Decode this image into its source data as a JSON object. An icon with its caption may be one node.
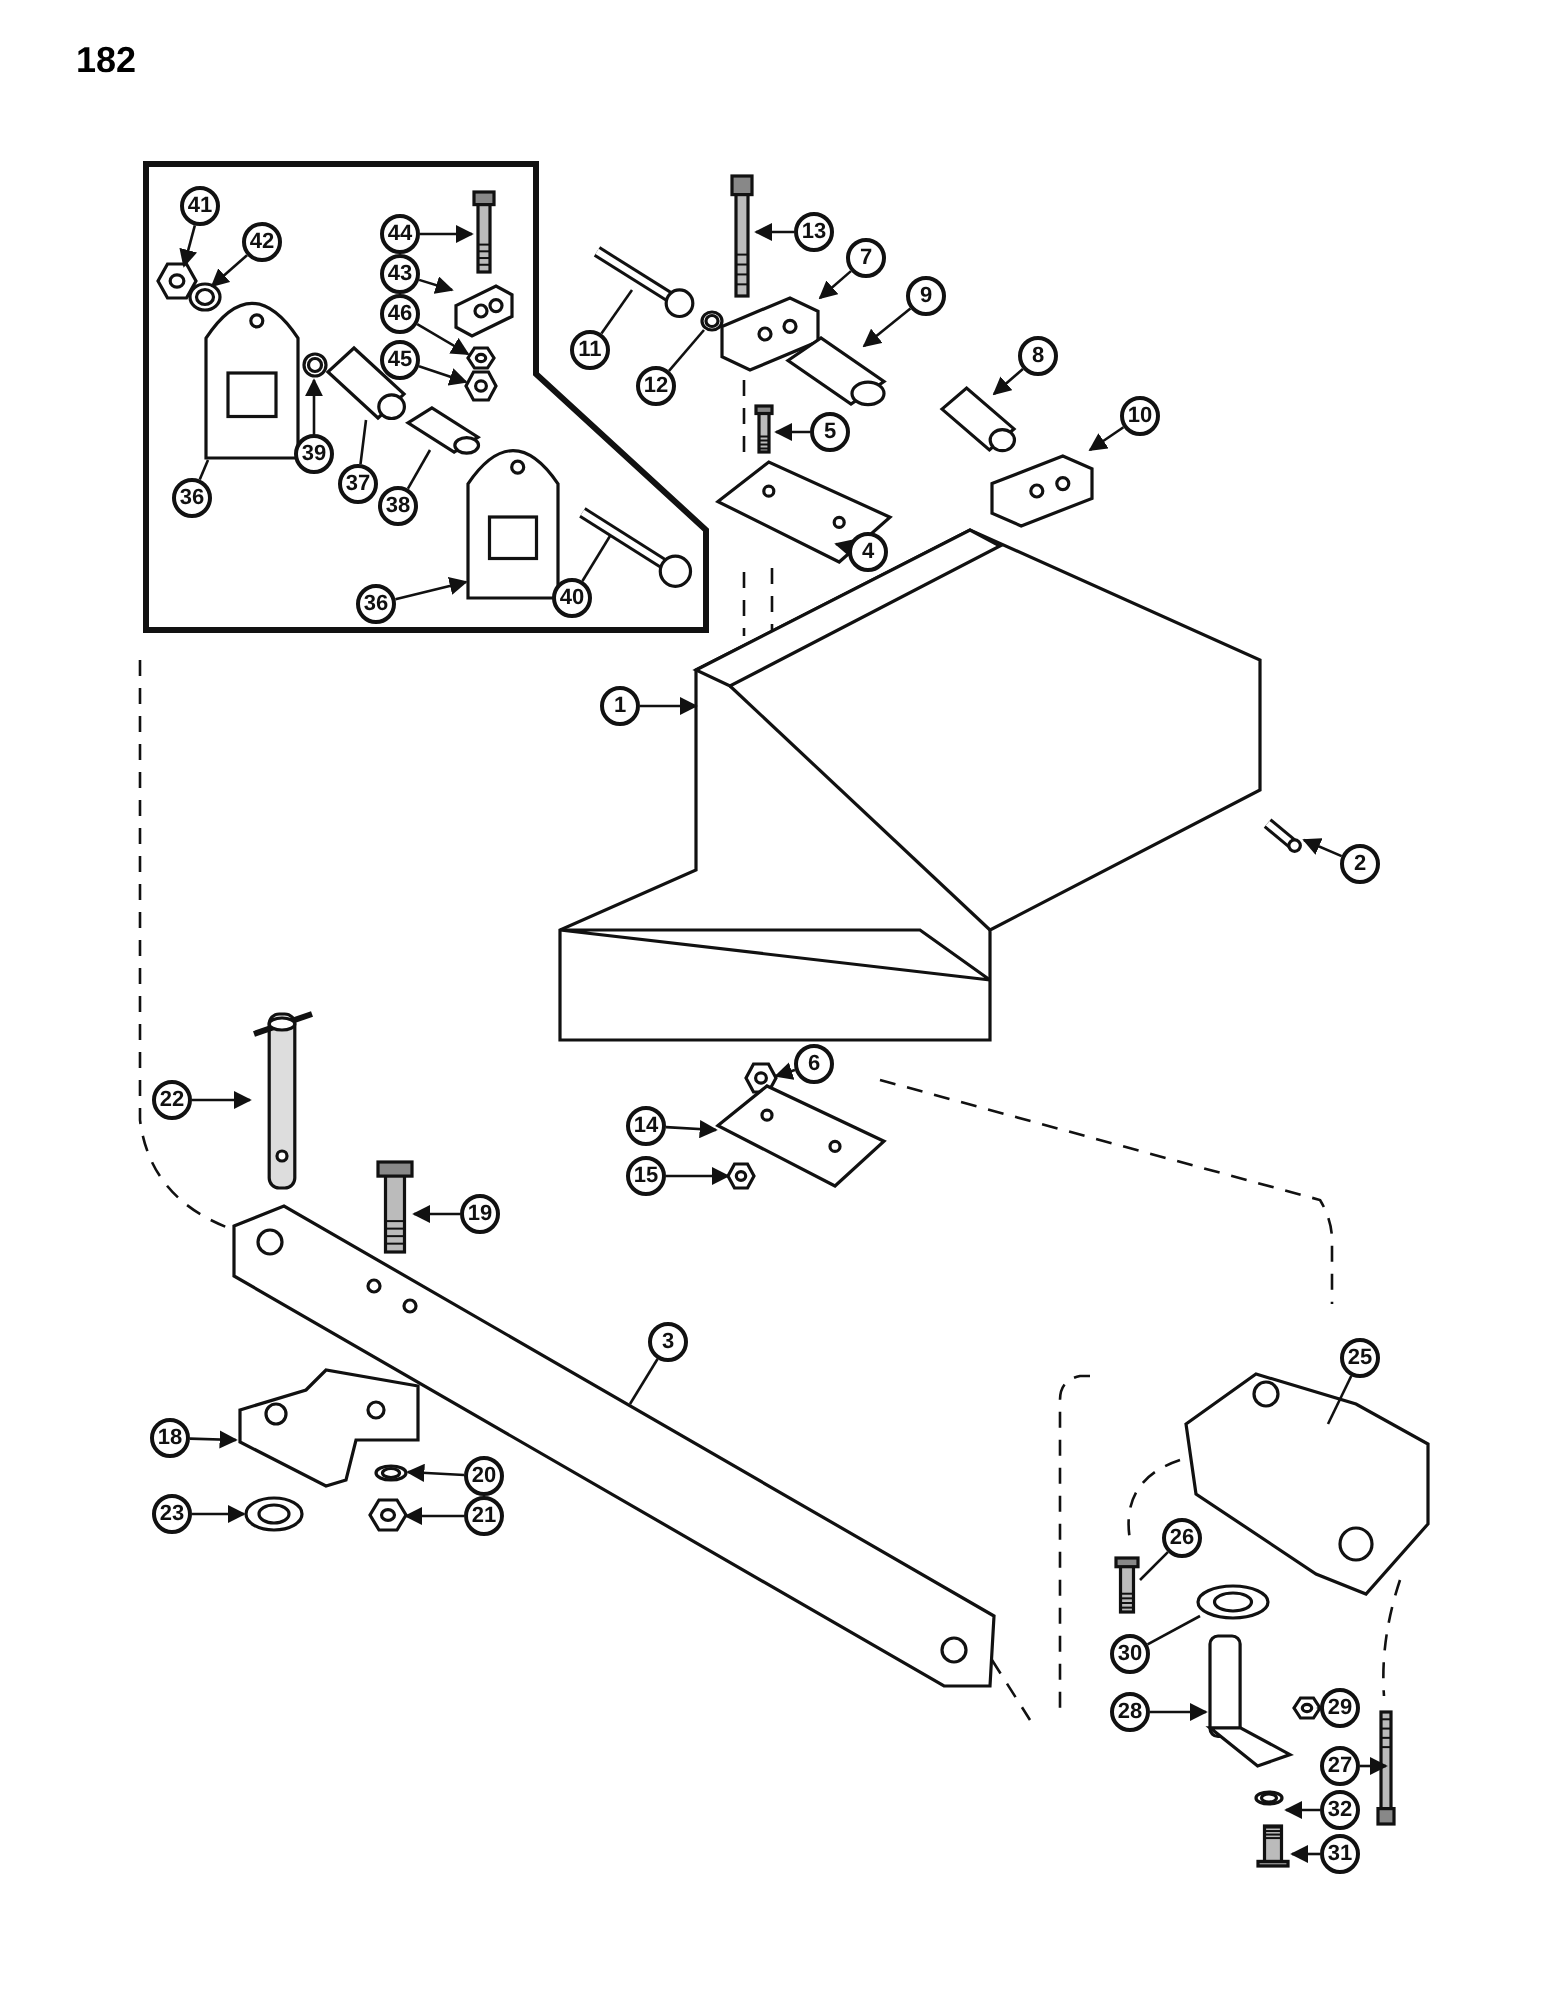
{
  "diagram": {
    "nodes": [
      {
        "text": [
          "41"
        ]
      },
      {
        "text": [],
        "shape": "picture"
      },
      {
        "text": [
          "42"
        ]
      },
      {
        "text": [],
        "shape": "picture"
      },
      {
        "text": [
          "44"
        ]
      },
      {
        "text": [],
        "shape": "picture"
      },
      {
        "text": [
          "43"
        ]
      },
      {
        "text": [],
        "shape": "picture"
      },
      {
        "text": [
          "46"
        ]
      },
      {
        "text": [],
        "shape": "picture"
      },
      {
        "text": [
          "45"
        ]
      },
      {
        "text": [],
        "shape": "picture"
      },
      {
        "text": [
          "36"
        ]
      },
      {
        "text": [],
        "shape": "picture"
      },
      {
        "text": [
          "39"
        ]
      },
      {
        "text": [],
        "shape": "picture"
      },
      {
        "text": [
          "37"
        ]
      },
      {
        "text": [],
        "shape": "picture"
      },
      {
        "text": [
          "38"
        ]
      },
      {
        "text": [],
        "shape": "picture"
      },
      {
        "text": [
          "36"
        ]
      },
      {
        "text": [],
        "shape": "picture"
      },
      {
        "text": [
          "40"
        ]
      },
      {
        "text": [],
        "shape": "picture"
      },
      {
        "text": [
          "13"
        ]
      },
      {
        "text": [],
        "shape": "picture"
      },
      {
        "text": [
          "11"
        ]
      },
      {
        "text": [],
        "shape": "picture"
      },
      {
        "text": [
          "12"
        ]
      },
      {
        "text": [],
        "shape": "picture"
      },
      {
        "text": [
          "7"
        ]
      },
      {
        "text": [],
        "shape": "picture"
      },
      {
        "text": [
          "9"
        ]
      },
      {
        "text": [],
        "shape": "picture"
      },
      {
        "text": [
          "8"
        ]
      },
      {
        "text": [],
        "shape": "picture"
      },
      {
        "text": [
          "5"
        ]
      },
      {
        "text": [],
        "shape": "picture"
      },
      {
        "text": [
          "10"
        ]
      },
      {
        "text": [],
        "shape": "picture"
      },
      {
        "text": [
          "4"
        ]
      },
      {
        "text": [],
        "shape": "picture"
      },
      {
        "text": [
          "1"
        ]
      },
      {
        "text": [],
        "shape": "picture"
      },
      {
        "text": [
          "2"
        ]
      },
      {
        "text": [],
        "shape": "picture"
      },
      {
        "text": [
          "22"
        ]
      },
      {
        "text": [],
        "shape": "picture"
      },
      {
        "text": [
          "19"
        ]
      },
      {
        "text": [],
        "shape": "picture"
      },
      {
        "text": [
          "6"
        ]
      },
      {
        "text": [],
        "shape": "picture"
      },
      {
        "text": [
          "14"
        ]
      },
      {
        "text": [],
        "shape": "picture"
      },
      {
        "text": [
          "15"
        ]
      },
      {
        "text": [],
        "shape": "picture"
      },
      {
        "text": [
          "3"
        ]
      },
      {
        "text": [],
        "shape": "picture"
      },
      {
        "text": [
          "18"
        ]
      },
      {
        "text": [],
        "shape": "picture"
      },
      {
        "text": [
          "20"
        ]
      },
      {
        "text": [],
        "shape": "picture"
      },
      {
        "text": [
          "23"
        ]
      },
      {
        "text": [],
        "shape": "picture"
      },
      {
        "text": [
          "21"
        ]
      },
      {
        "text": [],
        "shape": "picture"
      },
      {
        "text": [
          "25"
        ]
      },
      {
        "text": [],
        "shape": "picture"
      },
      {
        "text": [
          "26"
        ]
      },
      {
        "text": [],
        "shape": "picture"
      },
      {
        "text": [
          "30"
        ]
      },
      {
        "text": [],
        "shape": "picture"
      },
      {
        "text": [
          "28"
        ]
      },
      {
        "text": [],
        "shape": "picture"
      },
      {
        "text": [
          "29"
        ]
      },
      {
        "text": [],
        "shape": "picture"
      },
      {
        "text": [
          "27"
        ]
      },
      {
        "text": [],
        "shape": "picture"
      },
      {
        "text": [
          "32"
        ]
      },
      {
        "text": [],
        "shape": "picture"
      },
      {
        "text": [
          "31"
        ]
      },
      {
        "text": [],
        "shape": "picture"
      }
    ],
    "edges": [
      {
        "from": 0,
        "to": 1,
        "arrow": "to"
      },
      {
        "from": 2,
        "to": 3,
        "arrow": "to"
      },
      {
        "from": 4,
        "to": 5,
        "arrow": "to"
      },
      {
        "from": 6,
        "to": 7,
        "arrow": "to"
      },
      {
        "from": 8,
        "to": 9,
        "arrow": "to"
      },
      {
        "from": 10,
        "to": 11,
        "arrow": "to"
      },
      {
        "from": 12,
        "to": 13,
        "arrow": "none"
      },
      {
        "from": 14,
        "to": 15,
        "arrow": "to"
      },
      {
        "from": 16,
        "to": 17,
        "arrow": "none"
      },
      {
        "from": 18,
        "to": 19,
        "arrow": "none"
      },
      {
        "from": 20,
        "to": 21,
        "arrow": "to"
      },
      {
        "from": 22,
        "to": 23,
        "arrow": "none"
      },
      {
        "from": 24,
        "to": 25,
        "arrow": "to"
      },
      {
        "from": 26,
        "to": 27,
        "arrow": "none"
      },
      {
        "from": 28,
        "to": 29,
        "arrow": "none"
      },
      {
        "from": 30,
        "to": 31,
        "arrow": "to"
      },
      {
        "from": 32,
        "to": 33,
        "arrow": "to"
      },
      {
        "from": 34,
        "to": 35,
        "arrow": "to"
      },
      {
        "from": 36,
        "to": 37,
        "arrow": "to"
      },
      {
        "from": 38,
        "to": 39,
        "arrow": "to"
      },
      {
        "from": 40,
        "to": 41,
        "arrow": "to"
      },
      {
        "from": 42,
        "to": 43,
        "arrow": "to"
      },
      {
        "from": 44,
        "to": 45,
        "arrow": "to"
      },
      {
        "from": 46,
        "to": 47,
        "arrow": "to"
      },
      {
        "from": 48,
        "to": 49,
        "arrow": "to"
      },
      {
        "from": 50,
        "to": 51,
        "arrow": "to"
      },
      {
        "from": 52,
        "to": 53,
        "arrow": "to"
      },
      {
        "from": 54,
        "to": 55,
        "arrow": "to"
      },
      {
        "from": 56,
        "to": 57,
        "arrow": "none"
      },
      {
        "from": 58,
        "to": 59,
        "arrow": "to"
      },
      {
        "from": 60,
        "to": 61,
        "arrow": "to"
      },
      {
        "from": 62,
        "to": 63,
        "arrow": "to"
      },
      {
        "from": 64,
        "to": 65,
        "arrow": "to"
      },
      {
        "from": 66,
        "to": 67,
        "arrow": "none"
      },
      {
        "from": 68,
        "to": 69,
        "arrow": "none"
      },
      {
        "from": 70,
        "to": 71,
        "arrow": "none"
      },
      {
        "from": 72,
        "to": 73,
        "arrow": "to"
      },
      {
        "from": 74,
        "to": 75,
        "arrow": "to"
      },
      {
        "from": 76,
        "to": 77,
        "arrow": "to"
      },
      {
        "from": 78,
        "to": 79,
        "arrow": "to"
      },
      {
        "from": 80,
        "to": 81,
        "arrow": "to"
      }
    ],
    "labels": [
      "182"
    ]
  }
}
